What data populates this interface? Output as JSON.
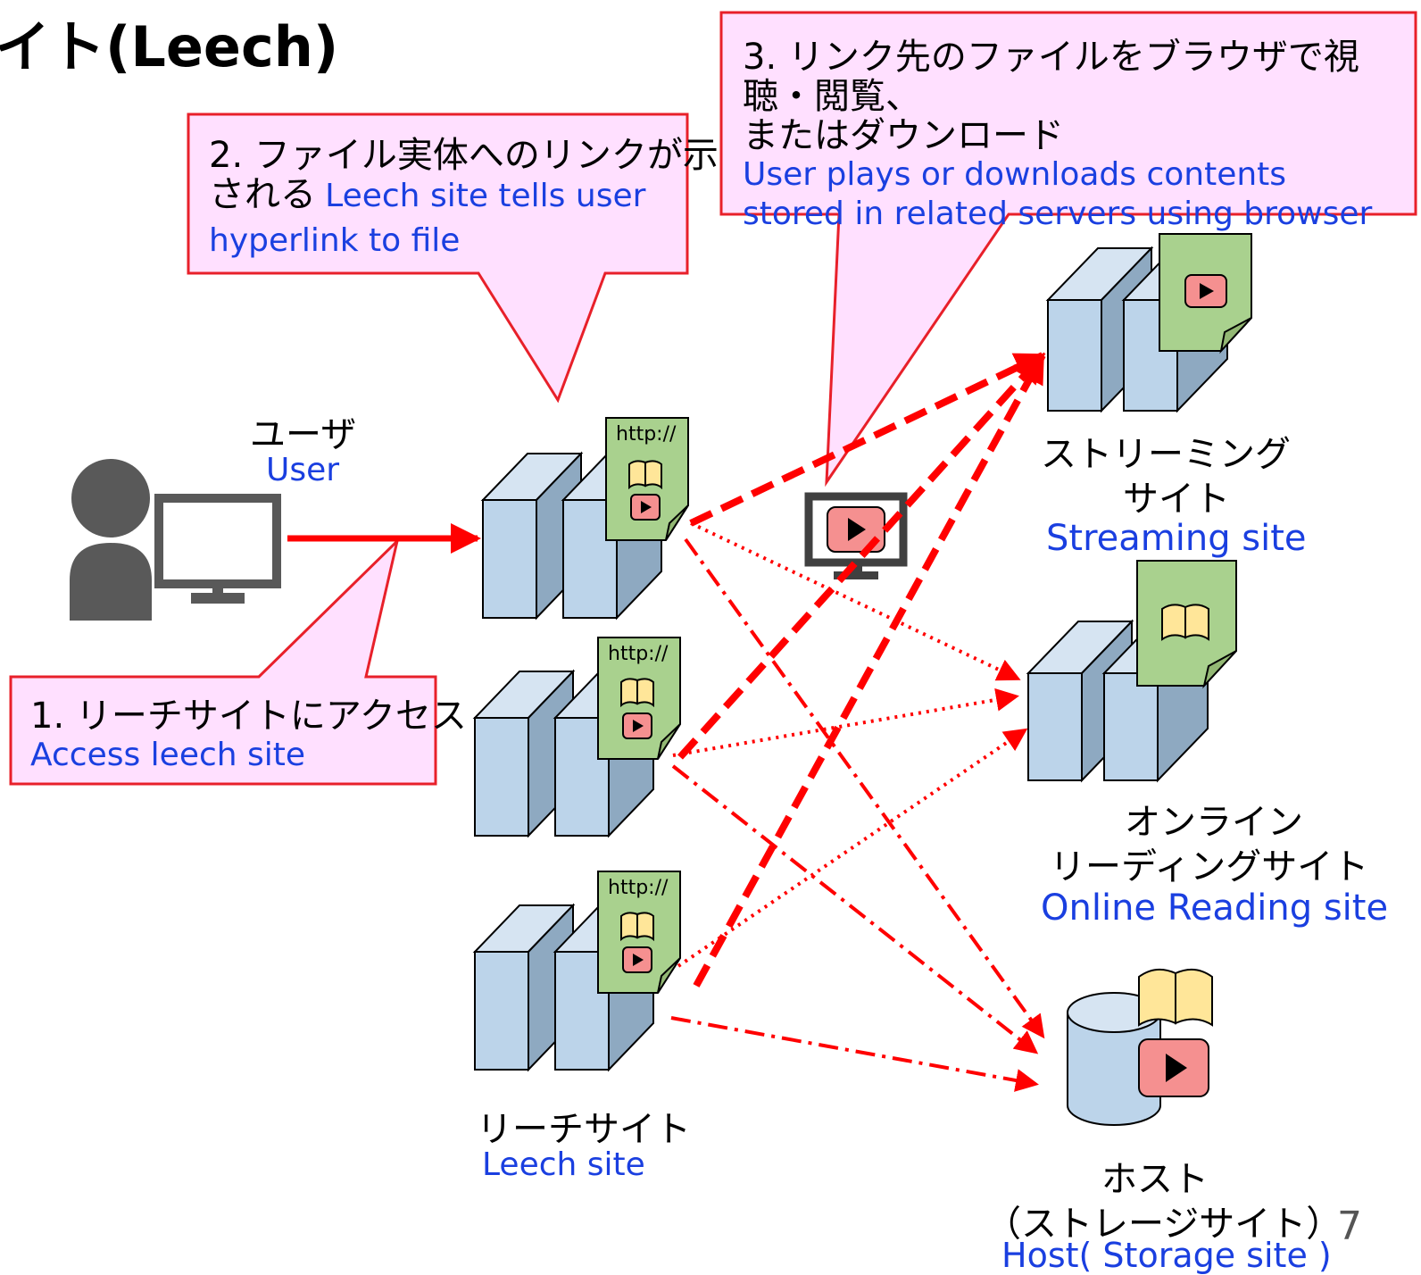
{
  "title": "イト(Leech)",
  "callouts": {
    "c1": {
      "ja": "1.  リーチサイトにアクセス",
      "en": "Access leech site"
    },
    "c2": {
      "ja": "2. ファイル実体へのリンクが示",
      "ja2": "される",
      "en1": "Leech site tells user",
      "en2": "hyperlink to file"
    },
    "c3": {
      "ja": "3. リンク先のファイルをブラウザで視聴・閲覧、",
      "ja2": "またはダウンロード",
      "en1": "User plays or downloads contents",
      "en2": "stored in related servers using browser"
    }
  },
  "nodes": {
    "user": {
      "ja": "ユーザ",
      "en": "User"
    },
    "leech": {
      "ja": "リーチサイト",
      "en": "Leech site"
    },
    "streaming": {
      "ja1": "ストリーミング",
      "ja2": "サイト",
      "en": "Streaming site"
    },
    "reading": {
      "ja1": "オンライン",
      "ja2": "リーディングサイト",
      "en": "Online Reading site"
    },
    "host": {
      "ja1": "ホスト",
      "ja2": "（ストレージサイト）",
      "en": "Host( Storage site )"
    }
  },
  "doc_label": "http://",
  "page_number": "7",
  "colors": {
    "arrow": "#ff0000",
    "callout_fill": "#ffe0ff",
    "callout_border": "#e8202a",
    "server": "#bcd4ea",
    "doc": "#a9d18e",
    "play": "#f59090",
    "english": "#1a3fe0"
  }
}
